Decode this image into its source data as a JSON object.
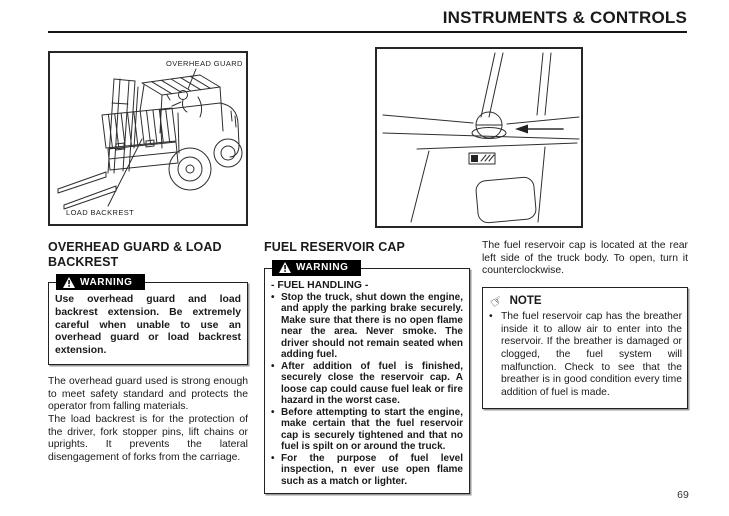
{
  "header": {
    "title": "INSTRUMENTS & CONTROLS"
  },
  "page": {
    "number": "69"
  },
  "colors": {
    "ink": "#1a1a1a",
    "paper": "#ffffff",
    "warning_tag_bg": "#000000",
    "warning_tag_text": "#ffffff"
  },
  "glyphs": {
    "bullet": "•",
    "note_hand": "☞"
  },
  "figures": {
    "forklift": {
      "overhead_guard_label": "OVERHEAD GUARD",
      "load_backrest_label": "LOAD BACKREST"
    }
  },
  "left_column": {
    "heading": "OVERHEAD GUARD & LOAD BACKREST",
    "warning_label": "WARNING",
    "warning_text": "Use overhead guard and load backrest extension. Be extremely careful when unable to use an overhead guard or load backrest extension.",
    "paragraphs": [
      "The overhead guard used is strong enough to meet safety standard and protects the operator from falling materials.",
      "The load backrest is for the protection of the driver, fork stopper pins, lift chains or uprights. It prevents the lateral disengagement of forks from the carriage."
    ]
  },
  "middle_column": {
    "heading": "FUEL RESERVOIR CAP",
    "warning_label": "WARNING",
    "warning_subheading": "- FUEL HANDLING -",
    "warning_bullets": [
      "Stop the truck, shut down the engine, and apply the parking brake securely. Make sure that there is no open flame near the area. Never smoke. The driver should not remain seated when adding fuel.",
      "After addition of fuel is finished, securely close the reservoir cap. A loose cap could cause fuel leak or fire hazard in the worst case.",
      "Before attempting to start the engine, make certain that the fuel reservoir cap is securely tightened and that no fuel is spilt on or around the truck.",
      "For the purpose of fuel level inspection, n ever use open flame such as a match or lighter."
    ]
  },
  "right_column": {
    "paragraph": "The fuel reservoir cap is located at the rear left side of the truck body. To open, turn it counterclockwise.",
    "note_label": "NOTE",
    "note_bullets": [
      "The fuel reservoir cap has the breather inside it to allow air to enter into the reservoir. If the breather is damaged or clogged, the fuel system will malfunction. Check to see that the breather is in good condition every time addition of fuel is made."
    ]
  }
}
